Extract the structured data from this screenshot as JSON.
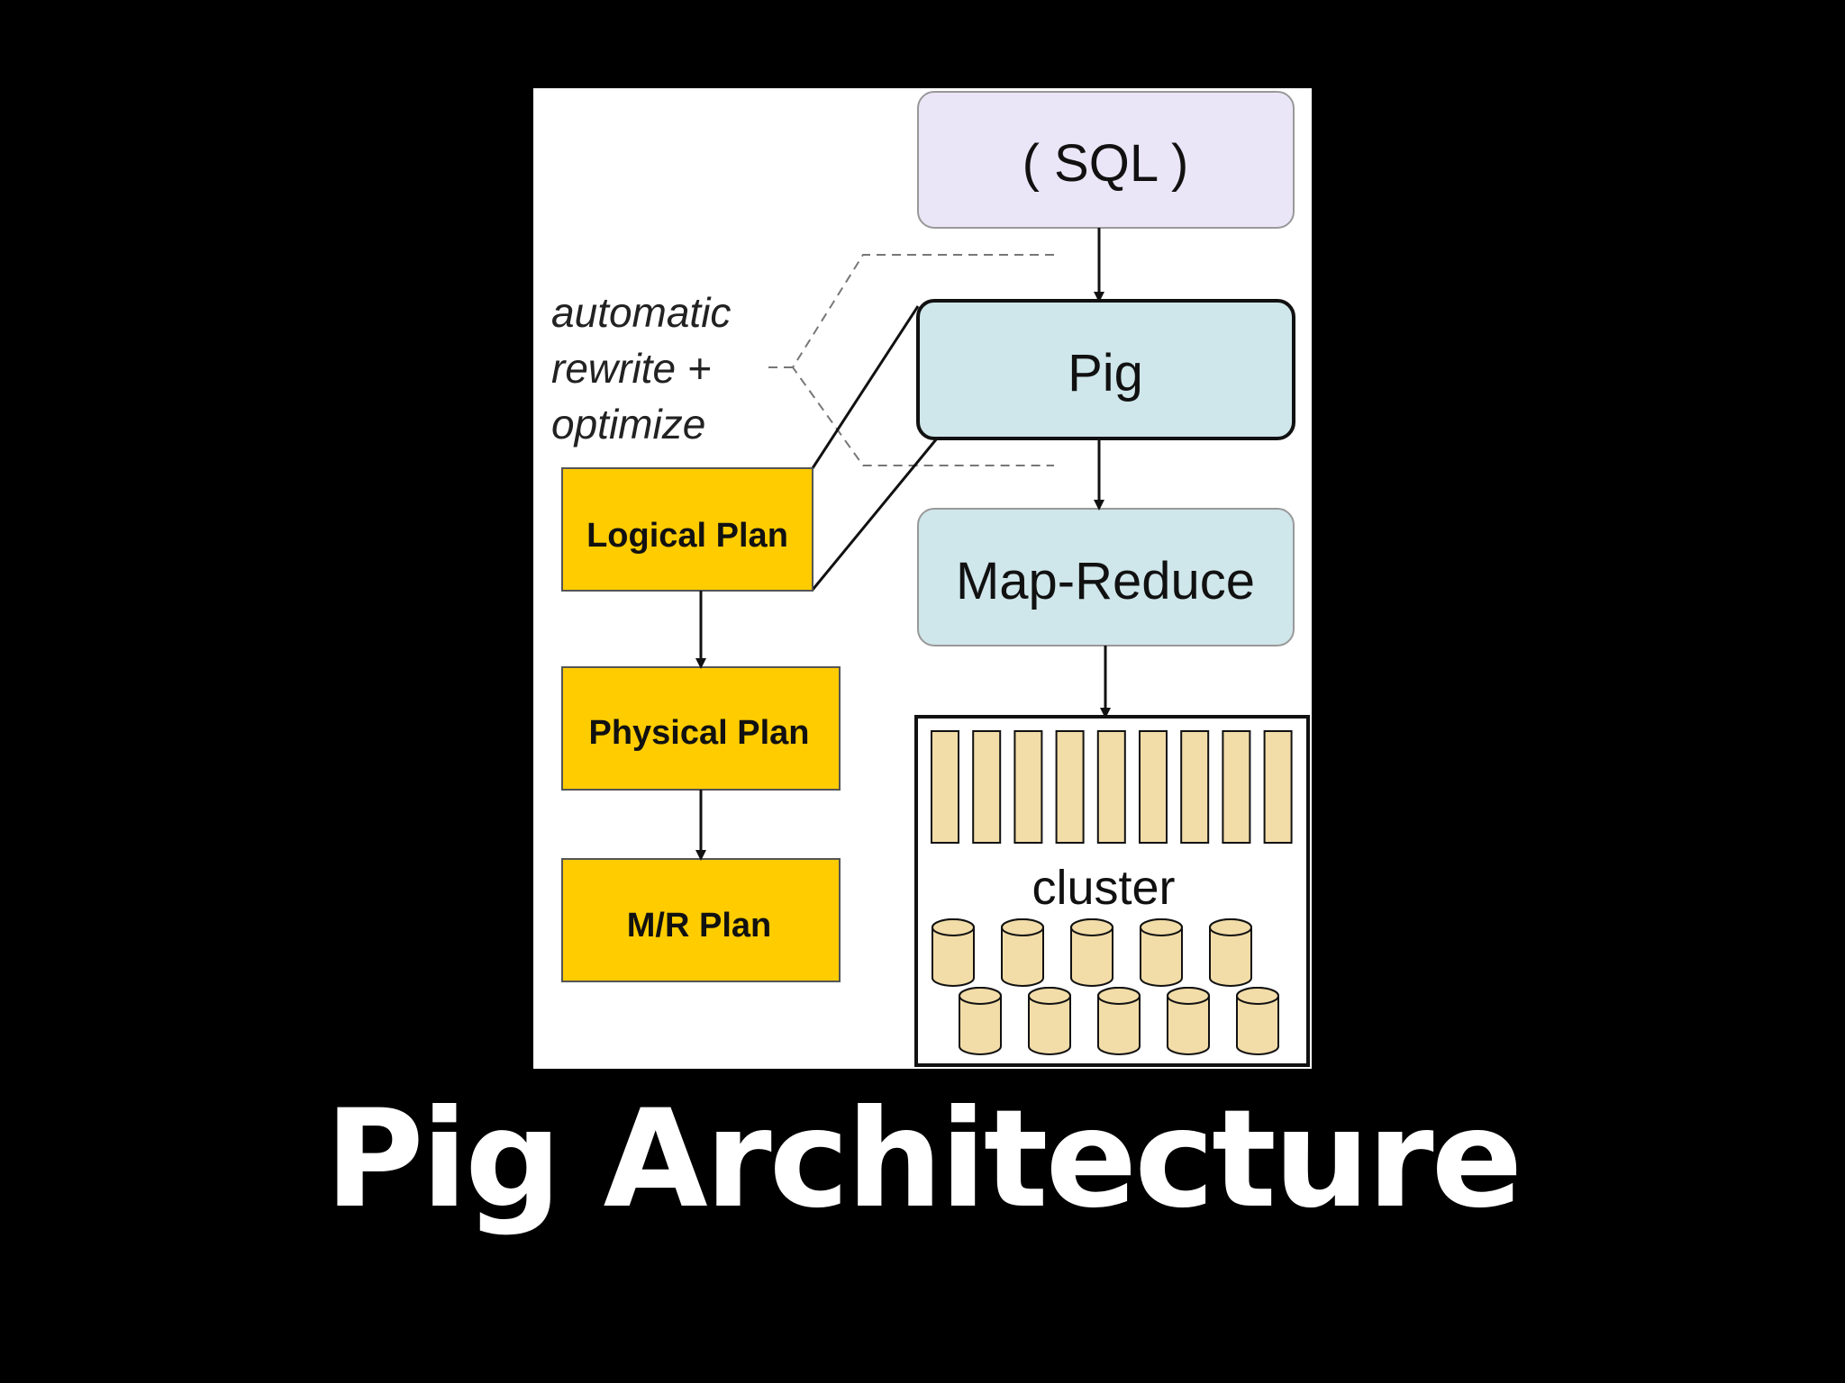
{
  "slide": {
    "title": "Pig Architecture",
    "background_color": "#000000",
    "title_color": "#ffffff"
  },
  "diagram": {
    "background_color": "#ffffff",
    "nodes": {
      "sql": {
        "label": "( SQL )",
        "fill": "#ebe6f7"
      },
      "pig": {
        "label": "Pig",
        "fill": "#cfe6ea"
      },
      "mapreduce": {
        "label": "Map-Reduce",
        "fill": "#cfe6ea"
      },
      "logical_plan": {
        "label": "Logical Plan",
        "fill": "#ffcc00"
      },
      "physical_plan": {
        "label": "Physical Plan",
        "fill": "#ffcc00"
      },
      "mr_plan": {
        "label": "M/R Plan",
        "fill": "#ffcc00"
      },
      "cluster": {
        "label": "cluster",
        "bar_fill": "#f2dca8",
        "bar_count": 9,
        "disk_rows": [
          5,
          5
        ]
      }
    },
    "annotation": {
      "lines": [
        "automatic",
        "rewrite +",
        "optimize"
      ]
    },
    "edges": [
      {
        "from": "sql",
        "to": "pig"
      },
      {
        "from": "pig",
        "to": "mapreduce"
      },
      {
        "from": "mapreduce",
        "to": "cluster"
      },
      {
        "from": "logical_plan",
        "to": "physical_plan"
      },
      {
        "from": "physical_plan",
        "to": "mr_plan"
      }
    ]
  }
}
